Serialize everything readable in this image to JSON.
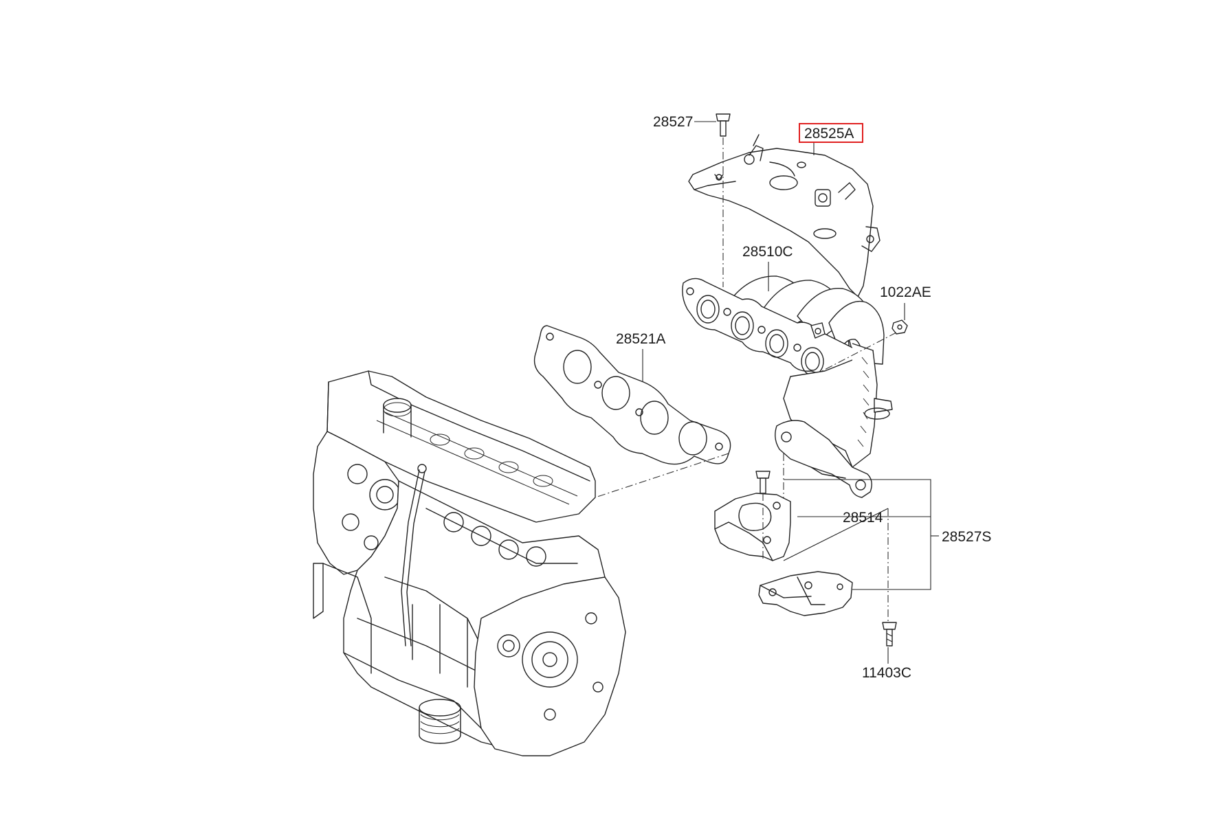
{
  "diagram": {
    "highlight_color": "#e02020",
    "line_color": "#222222",
    "background": "#ffffff",
    "highlighted_part": "28525A",
    "labels": {
      "p28527": "28527",
      "p28525A": "28525A",
      "p28510C": "28510C",
      "p1022AE": "1022AE",
      "p28521A": "28521A",
      "p28514": "28514",
      "p28527S": "28527S",
      "p11403C": "11403C"
    }
  }
}
